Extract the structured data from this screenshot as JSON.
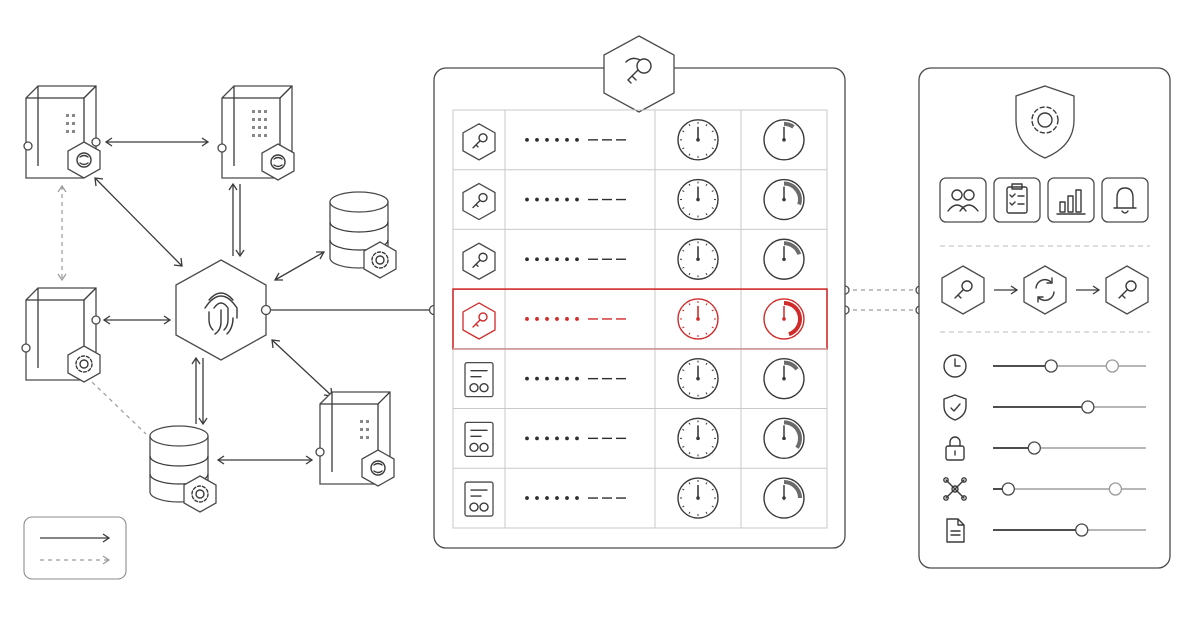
{
  "accent_color": "#d02a2a",
  "line_color": "#3a3a3a",
  "legend": {
    "items": [
      {
        "style": "solid"
      },
      {
        "style": "dashed"
      }
    ]
  },
  "network": {
    "center_icon": "fingerprint-icon",
    "nodes": [
      {
        "kind": "server",
        "icon": "brain-chip-icon"
      },
      {
        "kind": "server",
        "icon": "brain-chip-icon"
      },
      {
        "kind": "database",
        "icon": "gear-icon"
      },
      {
        "kind": "server",
        "icon": "gear-icon"
      },
      {
        "kind": "database",
        "icon": "gear-icon"
      },
      {
        "kind": "server",
        "icon": "brain-chip-icon"
      }
    ]
  },
  "vault": {
    "header_icon": "key-stack-icon",
    "rows": [
      {
        "icon": "key-icon",
        "highlight": false,
        "expiry": 0.1
      },
      {
        "icon": "key-icon",
        "highlight": false,
        "expiry": 0.3
      },
      {
        "icon": "key-icon",
        "highlight": false,
        "expiry": 0.2
      },
      {
        "icon": "key-icon",
        "highlight": true,
        "expiry": 0.45
      },
      {
        "icon": "certificate-icon",
        "highlight": false,
        "expiry": 0.15
      },
      {
        "icon": "certificate-icon",
        "highlight": false,
        "expiry": 0.35
      },
      {
        "icon": "certificate-icon",
        "highlight": false,
        "expiry": 0.25
      }
    ]
  },
  "control_panel": {
    "header_icon": "shield-gear-icon",
    "toolbar": [
      {
        "icon": "users-icon"
      },
      {
        "icon": "clipboard-checklist-icon"
      },
      {
        "icon": "bar-chart-icon"
      },
      {
        "icon": "bell-icon"
      }
    ],
    "rotation_flow": [
      "key-icon",
      "refresh-icon",
      "key-icon"
    ],
    "sliders": [
      {
        "icon": "clock-icon",
        "value": 0.38,
        "value2": 0.78
      },
      {
        "icon": "shield-check-icon",
        "value": 0.62
      },
      {
        "icon": "lock-icon",
        "value": 0.27
      },
      {
        "icon": "network-nodes-icon",
        "value": 0.1,
        "value2": 0.8
      },
      {
        "icon": "document-icon",
        "value": 0.58
      }
    ]
  }
}
